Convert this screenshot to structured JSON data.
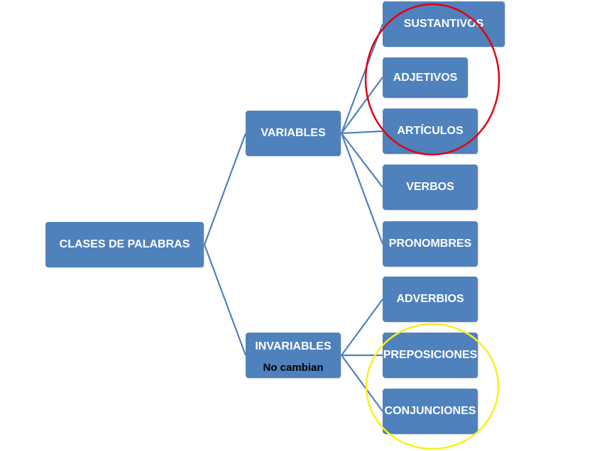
{
  "root": {
    "label": "CLASES DE PALABRAS"
  },
  "groups": [
    {
      "label": "VARIABLES"
    },
    {
      "label": "INVARIABLES",
      "note": "No cambian"
    }
  ],
  "variables_children": [
    {
      "label": "SUSTANTIVOS"
    },
    {
      "label": "ADJETIVOS"
    },
    {
      "label": "ARTÍCULOS"
    },
    {
      "label": "VERBOS"
    },
    {
      "label": "PRONOMBRES"
    }
  ],
  "invariables_children": [
    {
      "label": "ADVERBIOS"
    },
    {
      "label": "PREPOSICIONES"
    },
    {
      "label": "CONJUNCIONES"
    }
  ],
  "colors": {
    "box_fill": "#4f81bd",
    "connector": "#4f81bd",
    "highlight_red": "#e3000f",
    "highlight_yellow": "#f5f21b"
  }
}
